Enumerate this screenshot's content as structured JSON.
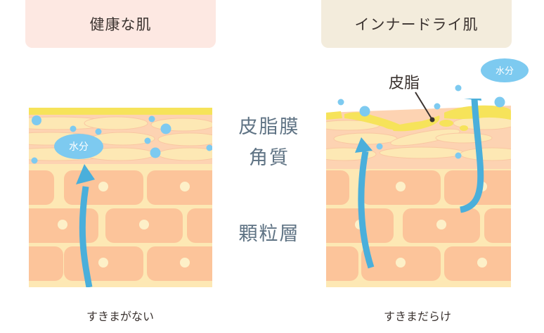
{
  "headers": {
    "healthy": "健康な肌",
    "inner_dry": "インナードライ肌"
  },
  "layers": {
    "sebum_film": "皮脂膜",
    "stratum_corneum": "角質",
    "stratum_granulosum": "顆粒層"
  },
  "labels": {
    "moisture": "水分",
    "sebum": "皮脂"
  },
  "captions": {
    "healthy": "すきまがない",
    "inner_dry": "すきまだらけ"
  },
  "colors": {
    "sebum": "#f6e35a",
    "corneum": "#fdd3b2",
    "cell_light": "#fde8b4",
    "cell": "#fcc49a",
    "water": "#7dcaf0",
    "arrow": "#4aafdb"
  }
}
